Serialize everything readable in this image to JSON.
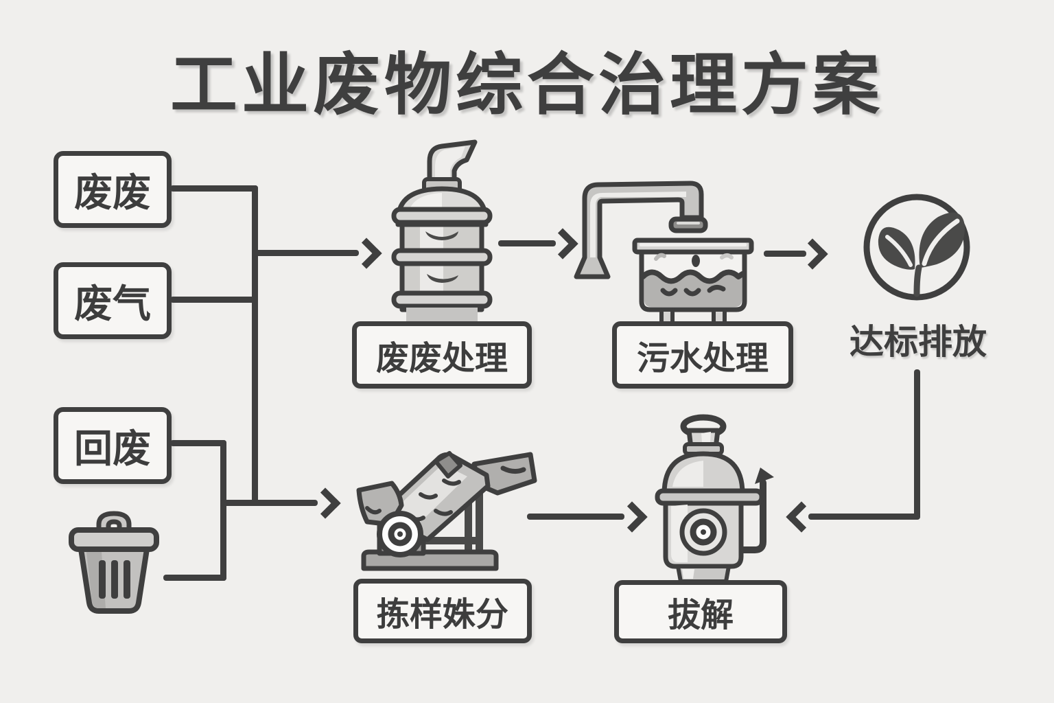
{
  "title": "工业废物综合治理方案",
  "colors": {
    "background": "#f0efed",
    "line": "#3f3f3f",
    "box_fill": "#f7f6f4",
    "metal_light": "#e2e1df",
    "metal_mid": "#bdbcba",
    "metal_dark": "#8f8e8c",
    "leaf_dark": "#4a4a49"
  },
  "sources": {
    "box1": "废废",
    "box2": "废气",
    "box3": "回废"
  },
  "processes": {
    "gas_treatment": "废废处理",
    "water_treatment": "污水处理",
    "sorting": "拣样姝分",
    "degradation": "拔解"
  },
  "outcome": "达标排放",
  "icons": {
    "trash": "trash-can-icon",
    "scrubber": "scrubber-tower-icon",
    "water_unit": "faucet-tank-icon",
    "leaf": "eco-leaf-icon",
    "sorter": "conveyor-sorter-icon",
    "reactor": "reactor-vessel-icon"
  }
}
